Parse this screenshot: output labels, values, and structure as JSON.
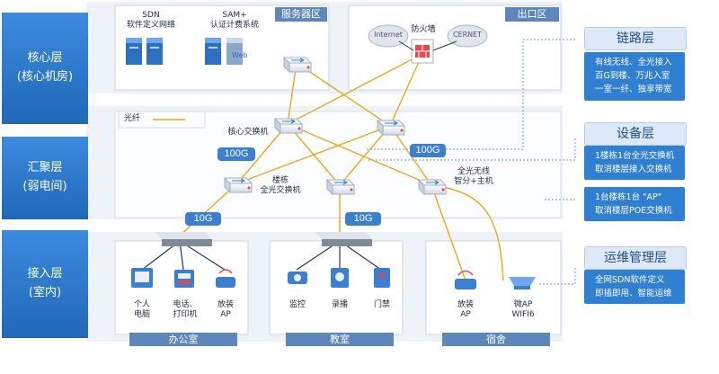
{
  "layers": {
    "core": [
      "核心层",
      "(核心机房)"
    ],
    "aggregation": [
      "汇聚层",
      "(弱电间)"
    ],
    "access": [
      "接入层",
      "(室内)"
    ]
  },
  "zones": {
    "server": "服务器区",
    "exit": "出口区"
  },
  "server_labels": {
    "sdn": [
      "SDN",
      "软件定义网络"
    ],
    "sam": [
      "SAM+",
      "认证计费系统"
    ]
  },
  "exit_labels": {
    "internet": "Internet",
    "firewall": "防火墙",
    "cernet": "CERNET"
  },
  "legend": {
    "fiber": "光纤"
  },
  "switch_labels": {
    "core": "核心交换机",
    "building": [
      "楼栋",
      "全光交换机"
    ],
    "wireless": [
      "全光无线",
      "智分+主机"
    ]
  },
  "bandwidth": {
    "b1": "100G",
    "b2": "100G",
    "b3": "10G",
    "b4": "10G"
  },
  "endpoints": {
    "pc": [
      "个人",
      "电脑"
    ],
    "phone": [
      "电话、",
      "打印机"
    ],
    "ap_office": [
      "放装",
      "AP"
    ],
    "monitor": "监控",
    "broadcast": "录播",
    "door": "门禁",
    "ap_dorm": [
      "放装",
      "AP"
    ],
    "micro_ap": [
      "微AP",
      "WIFI6"
    ]
  },
  "rooms": {
    "office": "办公室",
    "classroom": "教室",
    "dorm": "宿舍"
  },
  "panels": {
    "link": {
      "title": "链路层",
      "lines": [
        "有线无线、全光接入",
        "百G到楼、万兆入室",
        "一室一纤、独享带宽"
      ]
    },
    "device": {
      "title": "设备层",
      "lines": [
        "1楼栋1台全光交换机",
        "取消楼层接入交换机"
      ],
      "lines2": [
        "1台楼栋1台 \"AP\"",
        "取消楼层POE交换机"
      ]
    },
    "ops": {
      "title": "运维管理层",
      "lines": [
        "全网SDN软件定义",
        "即插即用、智能运维"
      ]
    }
  },
  "colors": {
    "fiber": "#f0a818",
    "layer_dark": "#1f5fa6",
    "layer_mid": "#2e78c9",
    "accent": "#3a7fd0"
  }
}
